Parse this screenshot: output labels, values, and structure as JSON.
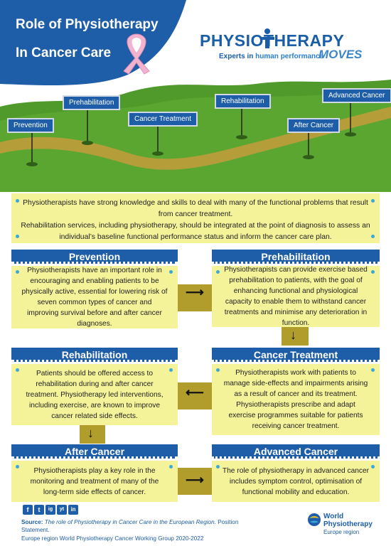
{
  "header": {
    "title_line1": "Role of Physiotherapy",
    "title_line2": "In Cancer Care",
    "brand_name": "PHYSIOTHERAPY",
    "brand_tagline_pre": "Experts in ",
    "brand_tagline_highlight": "human performance",
    "brand_moves": "MOVES"
  },
  "signs": [
    "Prevention",
    "Prehabilitation",
    "Cancer Treatment",
    "Rehabilitation",
    "After Cancer",
    "Advanced Cancer"
  ],
  "intro": {
    "p1": "Physiotherapists have strong knowledge and skills to deal with many of the functional problems that result from cancer treatment.",
    "p2": "Rehabilitation services, including physiotherapy, should be integrated at the point of diagnosis to assess an individual’s baseline functional performance status and inform the cancer care plan."
  },
  "boxes": {
    "prevention": {
      "title": "Prevention",
      "text": "Physiotherapists have an important role in encouraging and enabling patients to be physically active, essential for lowering risk of seven common types of cancer and improving survival before and after cancer diagnoses."
    },
    "prehabilitation": {
      "title": "Prehabilitation",
      "text": "Physiotherapists can provide exercise based prehabilitation to patients, with the goal of enhancing functional and physiological capacity to enable them to withstand cancer treatments and minimise any deterioration in function."
    },
    "rehabilitation": {
      "title": "Rehabilitation",
      "text": "Patients should be offered access to rehabilitation during and after cancer treatment. Physiotherapy led interventions, including exercise, are known to improve cancer related side effects."
    },
    "cancer_treatment": {
      "title": "Cancer Treatment",
      "text": "Physiotherapists work with patients to manage side-effects and impairments arising as a result of cancer and its treatment. Physiotherapists prescribe and adapt exercise programmes suitable for patients receiving cancer treatment."
    },
    "after_cancer": {
      "title": "After Cancer",
      "text": "Physiotherapists play a key role in the monitoring and treatment of many of the long-term side effects of cancer."
    },
    "advanced_cancer": {
      "title": "Advanced Cancer",
      "text": "The role of physiotherapy in advanced cancer includes symptom control, optimisation of functional mobility and education."
    }
  },
  "footer": {
    "source_label": "Source:",
    "source_title": "The role of Physiotherapy in Cancer Care in the European Region.",
    "source_rest": " Position Statement.",
    "source_line3": "Europe region World Physiotherapy Cancer Working Group 2020-2022",
    "wp_name_1": "World",
    "wp_name_2": "Physiotherapy",
    "wp_region": "Europe region",
    "social": [
      "f",
      "t",
      "ig",
      "yt",
      "in"
    ]
  },
  "colors": {
    "navy": "#1e5ea8",
    "pale_yellow": "#f4f39a",
    "olive": "#b09d2c",
    "grass": "#4f9a2a",
    "ribbon_pink": "#f2b3cf"
  }
}
